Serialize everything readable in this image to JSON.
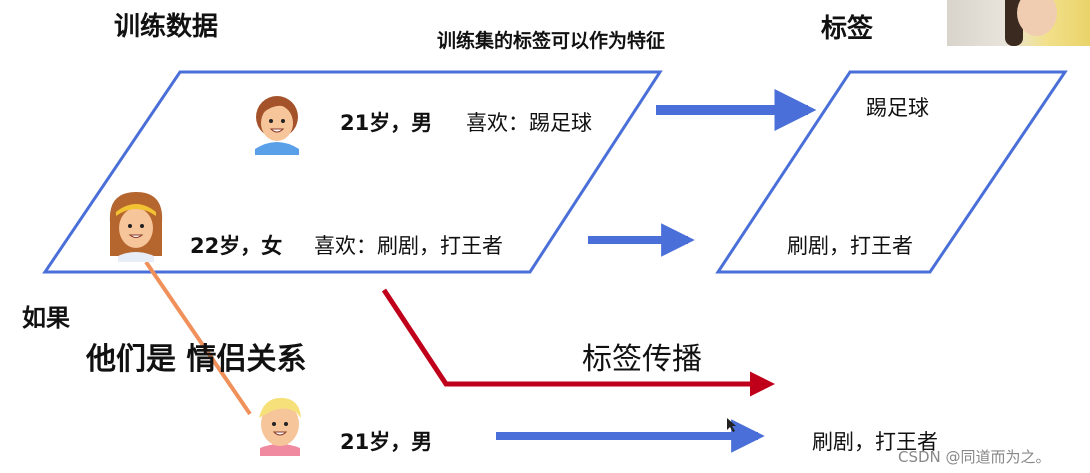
{
  "titles": {
    "training_data": "训练数据",
    "subtitle": "训练集的标签可以作为特征",
    "labels": "标签"
  },
  "persons": [
    {
      "name": "boy-1",
      "info": "21岁，男",
      "like": "喜欢：踢足球",
      "label": "踢足球"
    },
    {
      "name": "girl",
      "info": "22岁，女",
      "like": "喜欢：刷剧，打王者",
      "label": "刷剧，打王者"
    },
    {
      "name": "boy-2",
      "info": "21岁，男",
      "label": "刷剧，打王者"
    }
  ],
  "hypothesis": {
    "if": "如果",
    "relation": "他们是  情侣关系"
  },
  "propagation_label": "标签传播",
  "watermark": "CSDN @同道而为之。",
  "colors": {
    "parallelogram": "#4a6fd8",
    "arrow_blue": "#4a6fd8",
    "arrow_red": "#c0001a",
    "link_orange": "#f0905a"
  },
  "icons": [
    "boy-avatar-icon",
    "girl-avatar-icon",
    "blond-boy-avatar-icon",
    "cursor-icon"
  ]
}
